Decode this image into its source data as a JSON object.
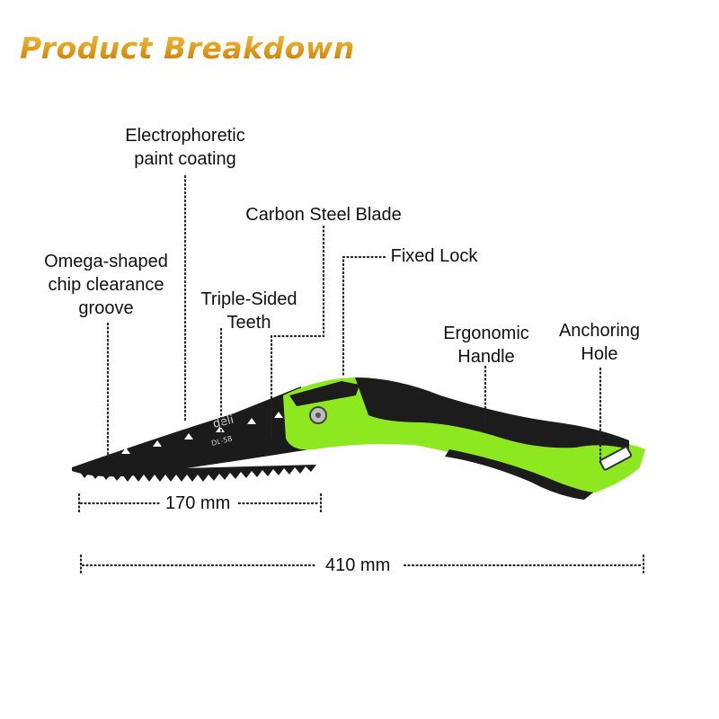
{
  "title": "Product Breakdown",
  "labels": {
    "coating": "Electrophoretic\npaint coating",
    "blade": "Carbon Steel Blade",
    "lock": "Fixed Lock",
    "groove": "Omega-shaped\nchip clearance\ngroove",
    "teeth": "Triple-Sided\nTeeth",
    "handle": "Ergonomic\nHandle",
    "hole": "Anchoring\nHole"
  },
  "dimensions": {
    "blade_length": "170 mm",
    "total_length": "410 mm"
  },
  "blade_print": {
    "brand": "deli",
    "code": "DL-58"
  },
  "colors": {
    "accent_green": "#8ee820",
    "handle_black": "#1c1c1c",
    "title_gold": "#e5a01e"
  }
}
